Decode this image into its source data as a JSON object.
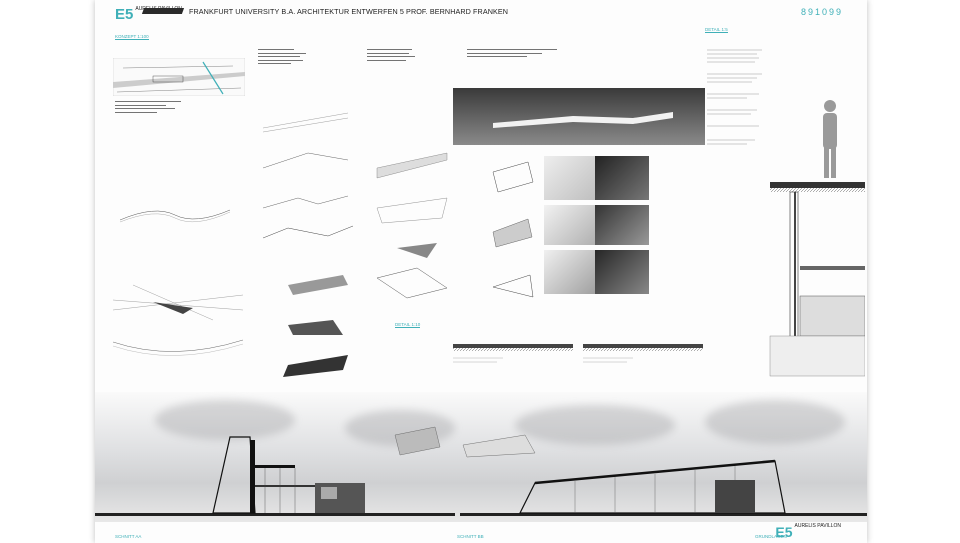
{
  "header": {
    "logo": "E5",
    "logo_sub": "AURELIS PAVILLON",
    "title": "FRANKFURT UNIVERSITY  B.A. ARCHITEKTUR  ENTWERFEN 5  PROF. BERNHARD FRANKEN",
    "number": "891099"
  },
  "sections": {
    "konzept": "KONZEPT 1:100",
    "detail": "DETAIL 1:5",
    "schnitt_left": "SCHNITT AA",
    "schnitt_right": "SCHNITT BB",
    "detail_mid": "DETAIL 1:10"
  },
  "footer": {
    "logo": "E5",
    "logo_sub": "AURELIS PAVILLON",
    "label_left": "SCHNITT AA",
    "label_mid": "SCHNITT BB",
    "label_right": "GRUNDLAGEN"
  },
  "colors": {
    "accent": "#3fb0b8"
  }
}
